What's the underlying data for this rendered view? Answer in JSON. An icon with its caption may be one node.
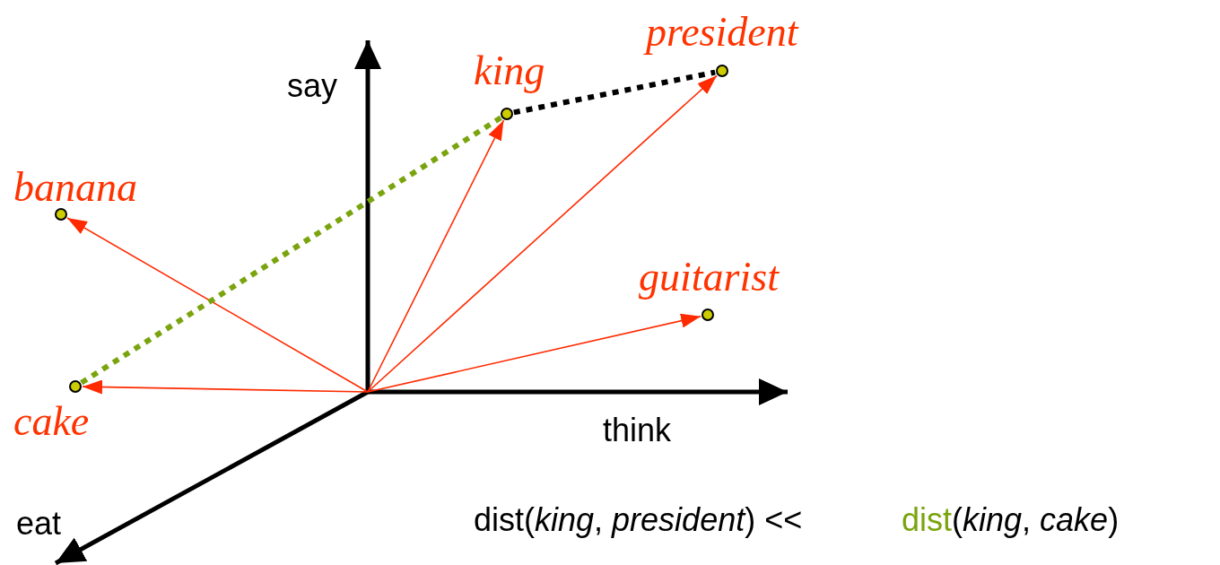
{
  "diagram": {
    "nodes": [
      {
        "text": [],
        "shape": "circle",
        "beside": [
          "banana"
        ]
      },
      {
        "text": [],
        "shape": "circle",
        "beside": [
          "cake"
        ]
      },
      {
        "text": [],
        "shape": "circle",
        "beside": [
          "king"
        ]
      },
      {
        "text": [],
        "shape": "circle",
        "beside": [
          "president"
        ]
      },
      {
        "text": [],
        "shape": "circle",
        "beside": [
          "guitarist"
        ]
      }
    ],
    "edges": [
      {
        "from": null,
        "to": 0,
        "arrow": "to"
      },
      {
        "from": null,
        "to": 1,
        "arrow": "to"
      },
      {
        "from": null,
        "to": 2,
        "arrow": "to"
      },
      {
        "from": null,
        "to": 3,
        "arrow": "to"
      },
      {
        "from": null,
        "to": 4,
        "arrow": "to"
      },
      {
        "from": 2,
        "to": 3,
        "arrow": "none",
        "style": "dashed",
        "color": "#000000"
      },
      {
        "from": 2,
        "to": 1,
        "arrow": "none",
        "style": "dashed",
        "color": "#7aa40e"
      }
    ],
    "labels": [
      "say",
      "think",
      "eat",
      "dist(*king*, *president*) <<",
      "dist(*king*, *cake*)"
    ]
  }
}
